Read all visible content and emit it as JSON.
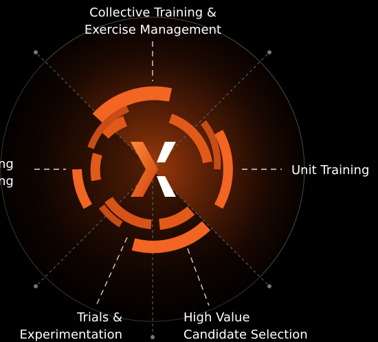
{
  "diagram": {
    "labels": {
      "top": [
        "Collective Training &",
        "Exercise Management"
      ],
      "left": [
        "ng",
        "ng"
      ],
      "right": [
        "Unit Training"
      ],
      "bottom_left": [
        "Trials &",
        "Experimentation"
      ],
      "bottom_right": [
        "High Value",
        "Candidate Selection"
      ]
    },
    "icons": {
      "center_logo": "x-logo-icon"
    },
    "colors": {
      "background": "#000000",
      "accent": "#f26522",
      "accent_dark": "#c24a14",
      "glow": "#7a2a08",
      "text": "#ffffff",
      "dashed_line": "#cfcfcf"
    }
  }
}
